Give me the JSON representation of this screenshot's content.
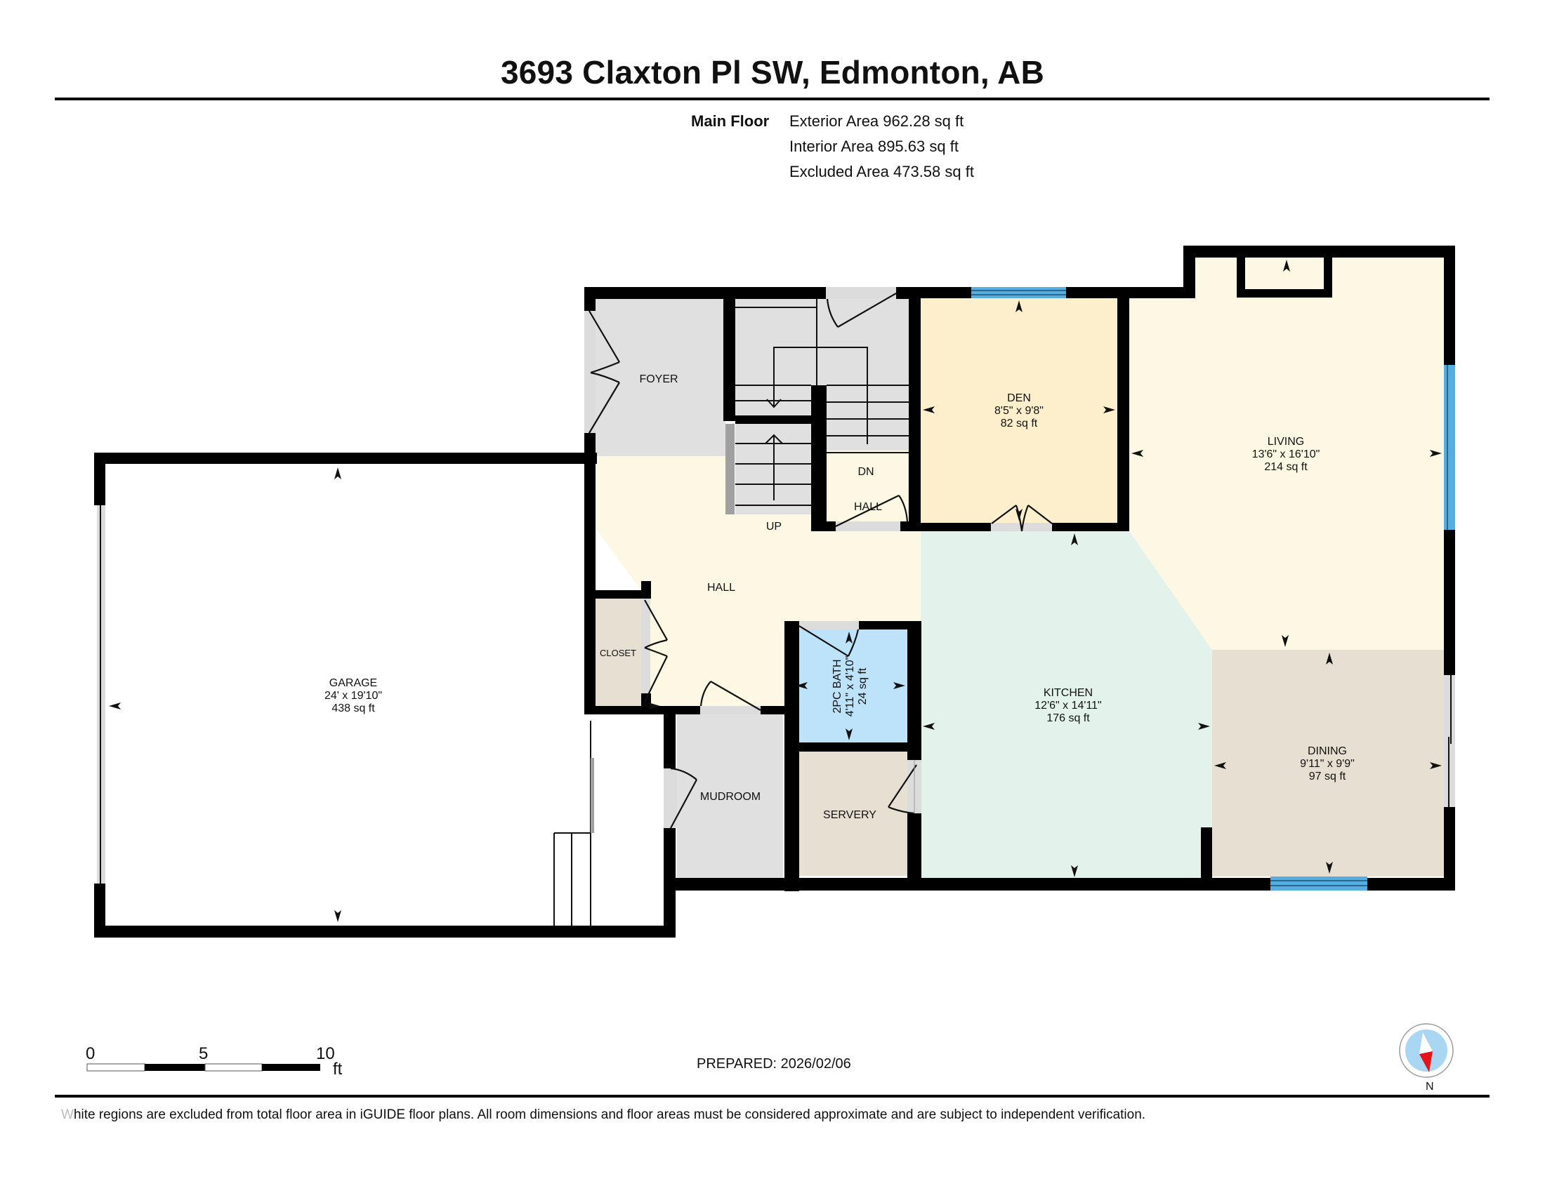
{
  "header": {
    "title": "3693 Claxton Pl SW, Edmonton, AB"
  },
  "areas": {
    "floor_label": "Main Floor",
    "exterior": "Exterior Area 962.28 sq ft",
    "interior": "Interior Area 895.63 sq ft",
    "excluded": "Excluded Area 473.58 sq ft"
  },
  "colors": {
    "wall": "#000000",
    "hall": "#fdf8e4",
    "living": "#fdf8e4",
    "den": "#fdefcc",
    "kitchen": "#e4f2ec",
    "dining": "#e7dfd1",
    "bath": "#bde3fa",
    "servery": "#e7dfd1",
    "closet": "#e7dfd1",
    "grey_room": "#e0e0e0",
    "window": "#56aee0",
    "compass_fill": "#a9d6f2",
    "compass_needle": "#e5141b"
  },
  "rooms": {
    "garage": {
      "name": "GARAGE",
      "dims": "24' x 19'10\"",
      "area": "438 sq ft"
    },
    "foyer": {
      "name": "FOYER"
    },
    "hall": {
      "name": "HALL"
    },
    "up": {
      "name": "UP"
    },
    "dn": {
      "name": "DN"
    },
    "small_hall": {
      "name": "HALL"
    },
    "den": {
      "name": "DEN",
      "dims": "8'5\" x 9'8\"",
      "area": "82 sq ft"
    },
    "living": {
      "name": "LIVING",
      "dims": "13'6\" x 16'10\"",
      "area": "214 sq ft"
    },
    "kitchen": {
      "name": "KITCHEN",
      "dims": "12'6\" x 14'11\"",
      "area": "176 sq ft"
    },
    "dining": {
      "name": "DINING",
      "dims": "9'11\" x 9'9\"",
      "area": "97 sq ft"
    },
    "bath": {
      "name": "2PC BATH",
      "dims": "4'11\" x 4'10\"",
      "area": "24 sq ft"
    },
    "closet": {
      "name": "CLOSET"
    },
    "mudroom": {
      "name": "MUDROOM"
    },
    "servery": {
      "name": "SERVERY"
    }
  },
  "scale_bar": {
    "ticks": [
      "0",
      "5",
      "10"
    ],
    "unit": "ft"
  },
  "compass": {
    "label": "N"
  },
  "prepared": "PREPARED: 2026/02/06",
  "footer": {
    "first_letter": "W",
    "text": "hite regions are excluded from total floor area in iGUIDE floor plans. All room dimensions and floor areas must be considered approximate and are subject to independent verification."
  }
}
